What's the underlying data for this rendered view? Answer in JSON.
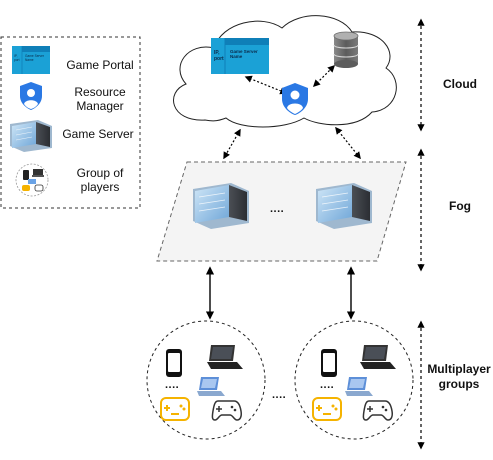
{
  "legend": {
    "items": [
      {
        "label": "Game Portal",
        "icon": "game-portal-icon"
      },
      {
        "label": "Resource Manager",
        "icon": "resource-manager-icon"
      },
      {
        "label": "Game Server",
        "icon": "game-server-icon"
      },
      {
        "label": "Group of players",
        "icon": "player-group-icon"
      }
    ]
  },
  "portal_icon_text": {
    "ip": "IP,",
    "port": "port",
    "server_line1": "Game Server",
    "server_line2": "Name"
  },
  "tiers": {
    "cloud": "Cloud",
    "fog": "Fog",
    "groups": "Multiplayer groups"
  },
  "ellipsis": "....",
  "colors": {
    "portal": "#1ba1d6",
    "portal_header": "#0f7fb8",
    "resource_manager": "#2a78e4",
    "database": "#6d6d6d",
    "gamepad_yellow": "#f5b300",
    "fog_plane": "#f4f4f4"
  }
}
